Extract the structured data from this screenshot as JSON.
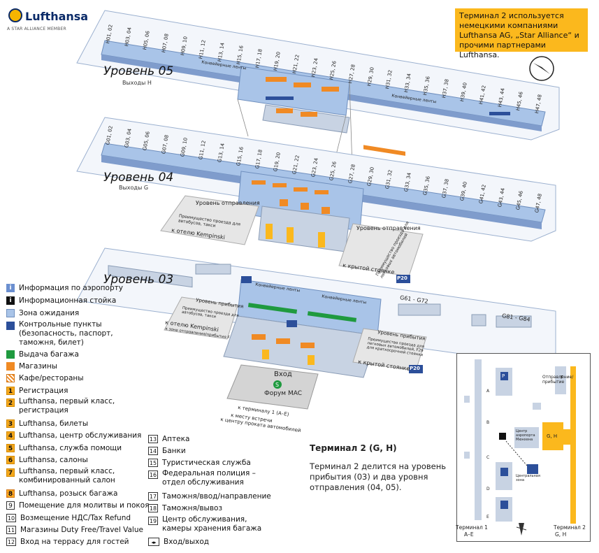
{
  "brand": {
    "name": "Lufthansa",
    "tagline": "A STAR ALLIANCE MEMBER"
  },
  "note": "Терминал 2 используется немецкими компаниями Lufthansa AG, „Star Alliance“ и прочими партнерами Lufthansa.",
  "levels": [
    {
      "title": "Уровень 05",
      "subtitle": "Выходы H"
    },
    {
      "title": "Уровень 04",
      "subtitle": "Выходы G"
    },
    {
      "title": "Уровень 03",
      "subtitle": ""
    }
  ],
  "gates_h": [
    "H01, 02",
    "H03, 04",
    "H05, 06",
    "H07, 08",
    "H09, 10",
    "H11, 12",
    "H13, 14",
    "H15, 16",
    "H17, 18",
    "H19, 20",
    "H21, 22",
    "H23, 24",
    "H25, 26",
    "H27, 28",
    "H29, 30",
    "H31, 32",
    "H33, 34",
    "H35, 36",
    "H37, 38",
    "H39, 40",
    "H41, 42",
    "H43, 44",
    "H45, 46",
    "H47, 48"
  ],
  "gates_g": [
    "G01, 02",
    "G03, 04",
    "G05, 06",
    "G07, 08",
    "G09, 10",
    "G11, 12",
    "G13, 14",
    "G15, 16",
    "G17, 18",
    "G19, 20",
    "G21, 22",
    "G23, 24",
    "G25, 26",
    "G27, 28",
    "G29, 30",
    "G31, 32",
    "G33, 34",
    "G35, 36",
    "G37, 38",
    "G39, 40",
    "G41, 42",
    "G43, 44",
    "G45, 46",
    "G47, 48"
  ],
  "map_labels": {
    "conveyor": "Конвейерные ленты",
    "departure_level": "Уровень отправления",
    "arrival_level": "Уровень прибытия",
    "bus_taxi_priority": "Преимущество проезда для автобусов, такси",
    "car_priority": "Преимущество проезда для легковых автомобилей",
    "to_kempinski": "к отелю Kempinski",
    "to_car_park": "к крытой стоянке",
    "parking_code": "P20",
    "gates_g61": "G61 - G72",
    "gates_g81": "G81 - G84",
    "entrance": "Вход",
    "forum": "Форум MAC",
    "arrival_priority_left": "Преимущество проезда для автобусов, такси",
    "to_departure_f": "к зоне отправления/прибытия F",
    "arrival_priority_right": "Преимущество проезда для легковых автомобилей, F29 для краткосрочной стоянки",
    "to_terminal1": "к терминалу 1 (A–E)",
    "to_meeting": "к месту встречи",
    "to_car_rental": "к центру проката автомобилей"
  },
  "legend": [
    {
      "sym": "i",
      "kind": "info-blue",
      "text": "Информация по аэропорту"
    },
    {
      "sym": "i",
      "kind": "info-black",
      "text": "Информационная стойка"
    },
    {
      "sym": "",
      "kind": "light-blue",
      "text": "Зона ожидания"
    },
    {
      "sym": "",
      "kind": "dark-blue",
      "text": "Контрольные пункты\n(безопасность, паспорт,\nтаможня, билет)"
    },
    {
      "sym": "",
      "kind": "green",
      "text": "Выдача багажа"
    },
    {
      "sym": "",
      "kind": "orange",
      "text": "Магазины"
    },
    {
      "sym": "",
      "kind": "hatch",
      "text": "Кафе/рестораны"
    },
    {
      "sym": "1",
      "kind": "num-or",
      "text": "Регистрация"
    },
    {
      "sym": "2",
      "kind": "num-or",
      "text": "Lufthansa, первый класс,\nрегистрация"
    },
    {
      "sym": "3",
      "kind": "num-or",
      "text": "Lufthansa, билеты"
    },
    {
      "sym": "4",
      "kind": "num-or",
      "text": "Lufthansa, центр обслуживания"
    },
    {
      "sym": "5",
      "kind": "num-or",
      "text": "Lufthansa, служба помощи"
    },
    {
      "sym": "6",
      "kind": "num-or",
      "text": "Lufthansa, салоны"
    },
    {
      "sym": "7",
      "kind": "num-or",
      "text": "Lufthansa, первый класс,\nкомбинированный салон"
    },
    {
      "sym": "8",
      "kind": "num-or",
      "text": "Lufthansa, розыск багажа"
    },
    {
      "sym": "9",
      "kind": "num",
      "text": "Помещение для молитвы и покоя"
    },
    {
      "sym": "10",
      "kind": "num",
      "text": "Возмещение НДС/Tax Refund"
    },
    {
      "sym": "11",
      "kind": "num",
      "text": "Магазины Duty Free/Travel Value"
    },
    {
      "sym": "12",
      "kind": "num",
      "text": "Вход на террасу для гостей"
    }
  ],
  "legend2": [
    {
      "sym": "13",
      "text": "Аптека"
    },
    {
      "sym": "14",
      "text": "Банки"
    },
    {
      "sym": "15",
      "text": "Туристическая служба"
    },
    {
      "sym": "16",
      "text": "Федеральная полиция –\nотдел обслуживания"
    },
    {
      "sym": "17",
      "text": "Таможня/ввод/направление"
    },
    {
      "sym": "18",
      "text": "Таможня/вывоз"
    },
    {
      "sym": "19",
      "text": "Центр обслуживания,\nкамеры хранения багажа"
    },
    {
      "sym": "◂▸",
      "text": "Вход/выход"
    }
  ],
  "terminal": {
    "title": "Терминал 2 (G, H)",
    "desc": "Терминал 2 делится на уровень прибытия (03) и два уровня отправления (04, 05)."
  },
  "inset": {
    "departure_arrival": "Отправление/прибытие",
    "f": "F",
    "gh": "G, H",
    "center": "Центр аэропорта Мюнхена",
    "central_zone": "Центральная зона",
    "terminal1": "Терминал 1",
    "terminal1_gates": "A–E",
    "terminal2": "Терминал 2",
    "terminal2_gates": "G, H",
    "letters": [
      "A",
      "B",
      "C",
      "D",
      "E"
    ],
    "parking": "P"
  },
  "colors": {
    "navy": "#0a2a68",
    "light_blue": "#a9c4e8",
    "dark_blue": "#2c4f9a",
    "orange": "#f08a24",
    "yellow": "#fbb81d",
    "green": "#1f9a3f"
  }
}
